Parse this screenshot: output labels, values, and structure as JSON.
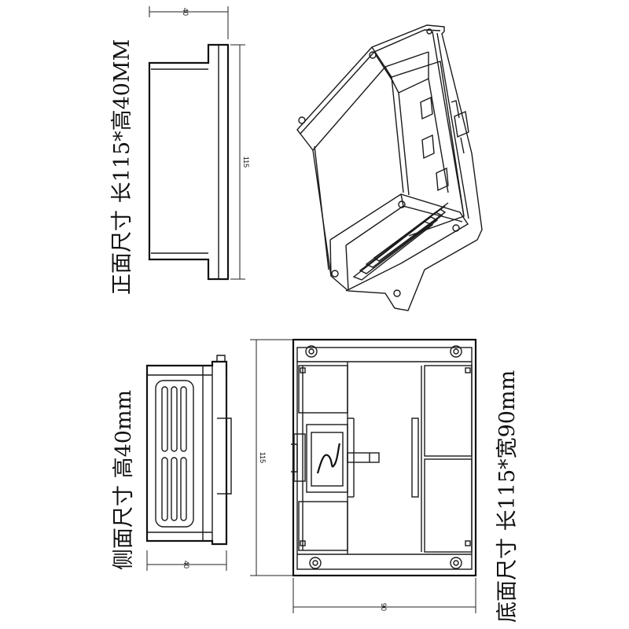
{
  "captions": {
    "front_view": "正面尺寸  长115*高40MM",
    "side_view": "侧面尺寸  高40mm",
    "bottom_view": "底面尺寸 长115*宽90mm"
  },
  "dimensions": {
    "front_width": "40",
    "front_length": "115",
    "side_width": "40",
    "bottom_length": "115",
    "bottom_width": "90"
  }
}
